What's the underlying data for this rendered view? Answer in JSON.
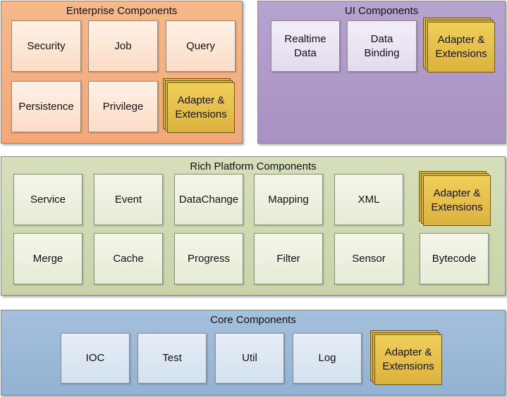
{
  "enterprise": {
    "title": "Enterprise Components",
    "items": [
      "Security",
      "Job",
      "Query",
      "Persistence",
      "Privilege"
    ],
    "extension": "Adapter &\nExtensions"
  },
  "ui": {
    "title": "UI Components",
    "items": [
      "Realtime\nData",
      "Data\nBinding"
    ],
    "extension": "Adapter &\nExtensions"
  },
  "rich": {
    "title": "Rich Platform Components",
    "items": [
      "Service",
      "Event",
      "DataChange",
      "Mapping",
      "XML",
      "Merge",
      "Cache",
      "Progress",
      "Filter",
      "Sensor",
      "Bytecode"
    ],
    "extension": "Adapter &\nExtensions"
  },
  "core": {
    "title": "Core Components",
    "items": [
      "IOC",
      "Test",
      "Util",
      "Log"
    ],
    "extension": "Adapter &\nExtensions"
  },
  "colors": {
    "enterprise_panel": "#f2a87a",
    "ui_panel": "#a891c3",
    "rich_panel": "#c8d4a8",
    "core_panel": "#93b2d3",
    "extension_box": "#dcb23e"
  }
}
